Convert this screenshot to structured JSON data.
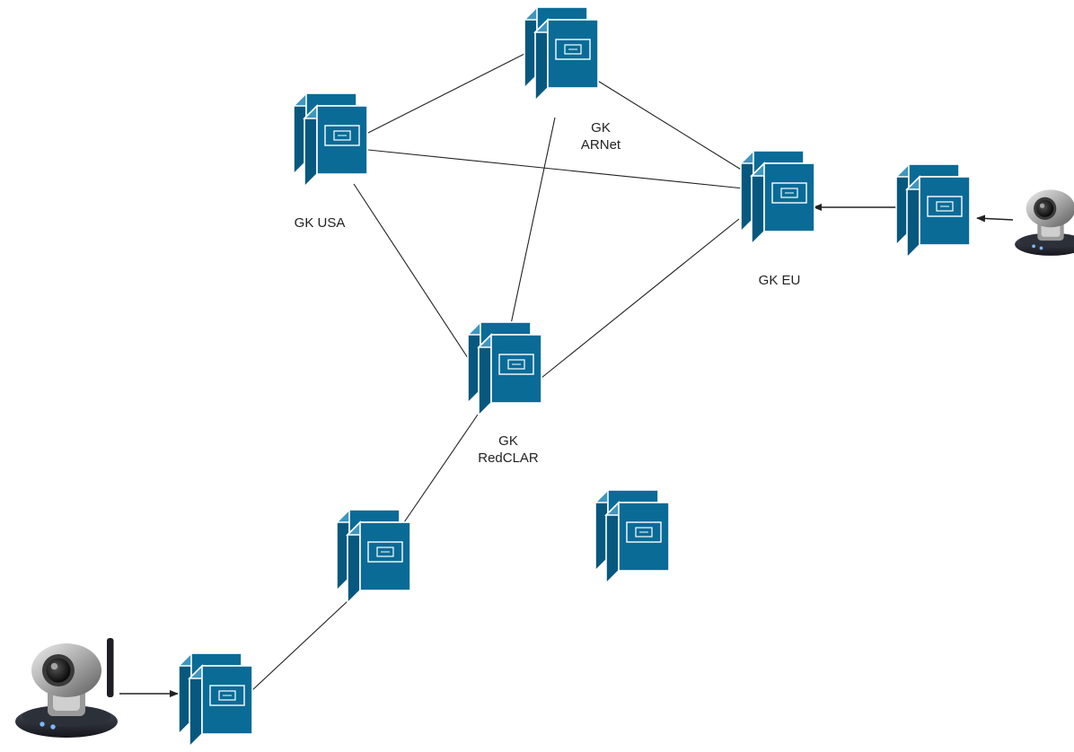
{
  "diagram": {
    "colors": {
      "server_front": "#0a6b97",
      "server_side": "#06587e",
      "server_top": "#3f96be",
      "server_outline": "#ffffff",
      "link": "#222222",
      "background": "#ffffff"
    },
    "gatekeepers": [
      {
        "id": "gk-usa",
        "label_lines": [
          "GK USA"
        ],
        "icon": "server-cluster-icon"
      },
      {
        "id": "gk-arnet",
        "label_lines": [
          "GK",
          "ARNet"
        ],
        "icon": "server-cluster-icon"
      },
      {
        "id": "gk-eu",
        "label_lines": [
          "GK EU"
        ],
        "icon": "server-cluster-icon"
      },
      {
        "id": "gk-redclar",
        "label_lines": [
          "GK",
          "RedCLAR"
        ],
        "icon": "server-cluster-icon"
      }
    ],
    "other_servers": [
      {
        "id": "srv-east",
        "icon": "server-cluster-icon"
      },
      {
        "id": "srv-mid-left",
        "icon": "server-cluster-icon"
      },
      {
        "id": "srv-bottom-left",
        "icon": "server-cluster-icon"
      },
      {
        "id": "srv-isolated",
        "icon": "server-cluster-icon"
      }
    ],
    "endpoints": [
      {
        "id": "cam-right",
        "icon": "ip-camera-icon"
      },
      {
        "id": "cam-left",
        "icon": "wireless-ip-camera-icon"
      }
    ],
    "connections": [
      {
        "from": "gk-usa",
        "to": "gk-arnet",
        "style": "line"
      },
      {
        "from": "gk-usa",
        "to": "gk-eu",
        "style": "line"
      },
      {
        "from": "gk-usa",
        "to": "gk-redclar",
        "style": "line"
      },
      {
        "from": "gk-arnet",
        "to": "gk-eu",
        "style": "line"
      },
      {
        "from": "gk-arnet",
        "to": "gk-redclar",
        "style": "line"
      },
      {
        "from": "gk-eu",
        "to": "gk-redclar",
        "style": "line"
      },
      {
        "from": "gk-redclar",
        "to": "srv-mid-left",
        "style": "line"
      },
      {
        "from": "srv-mid-left",
        "to": "srv-bottom-left",
        "style": "line"
      },
      {
        "from": "srv-east",
        "to": "gk-eu",
        "style": "arrow"
      },
      {
        "from": "cam-right",
        "to": "srv-east",
        "style": "arrow"
      },
      {
        "from": "cam-left",
        "to": "srv-bottom-left",
        "style": "arrow"
      }
    ]
  }
}
